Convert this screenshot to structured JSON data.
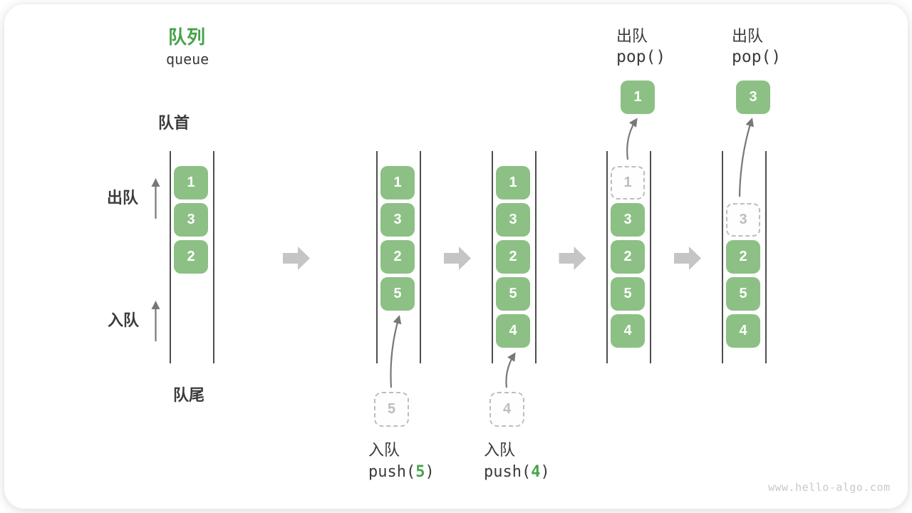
{
  "title": {
    "zh": "队列",
    "en": "queue"
  },
  "labels": {
    "front": "队首",
    "rear": "队尾",
    "dequeue": "出队",
    "enqueue": "入队"
  },
  "watermark": "www.hello-algo.com",
  "colors": {
    "box_green": "#8CC084",
    "green_text": "#47A24B",
    "text_dark": "#3B3B3B",
    "dashed_gray": "#BDBDBD",
    "thin_arrow": "#787878",
    "block_arrow": "#C5C5C5",
    "wall": "#4E4E4E",
    "watermark_gray": "#C9C9C9"
  },
  "states": [
    {
      "slots": [
        {
          "row": 0,
          "value": "1",
          "style": "solid"
        },
        {
          "row": 1,
          "value": "3",
          "style": "solid"
        },
        {
          "row": 2,
          "value": "2",
          "style": "solid"
        }
      ]
    },
    {
      "slots": [
        {
          "row": 0,
          "value": "1",
          "style": "solid"
        },
        {
          "row": 1,
          "value": "3",
          "style": "solid"
        },
        {
          "row": 2,
          "value": "2",
          "style": "solid"
        },
        {
          "row": 3,
          "value": "5",
          "style": "solid"
        }
      ],
      "push": {
        "label": "入队",
        "code_prefix": "push(",
        "arg": "5",
        "code_suffix": ")",
        "ghost": "5"
      }
    },
    {
      "slots": [
        {
          "row": 0,
          "value": "1",
          "style": "solid"
        },
        {
          "row": 1,
          "value": "3",
          "style": "solid"
        },
        {
          "row": 2,
          "value": "2",
          "style": "solid"
        },
        {
          "row": 3,
          "value": "5",
          "style": "solid"
        },
        {
          "row": 4,
          "value": "4",
          "style": "solid"
        }
      ],
      "push": {
        "label": "入队",
        "code_prefix": "push(",
        "arg": "4",
        "code_suffix": ")",
        "ghost": "4"
      }
    },
    {
      "slots": [
        {
          "row": 0,
          "value": "1",
          "style": "dashed"
        },
        {
          "row": 1,
          "value": "3",
          "style": "solid"
        },
        {
          "row": 2,
          "value": "2",
          "style": "solid"
        },
        {
          "row": 3,
          "value": "5",
          "style": "solid"
        },
        {
          "row": 4,
          "value": "4",
          "style": "solid"
        }
      ],
      "pop": {
        "label": "出队",
        "code": "pop()",
        "popped": "1"
      }
    },
    {
      "slots": [
        {
          "row": 1,
          "value": "3",
          "style": "dashed"
        },
        {
          "row": 2,
          "value": "2",
          "style": "solid"
        },
        {
          "row": 3,
          "value": "5",
          "style": "solid"
        },
        {
          "row": 4,
          "value": "4",
          "style": "solid"
        }
      ],
      "pop": {
        "label": "出队",
        "code": "pop()",
        "popped": "3"
      }
    }
  ]
}
